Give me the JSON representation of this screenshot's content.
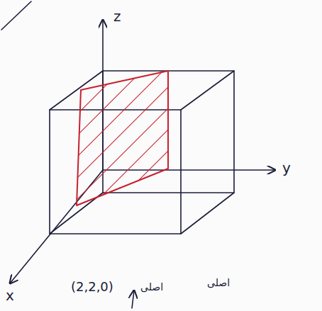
{
  "diagram": {
    "labels": [
      "z",
      "y",
      "x",
      "(2,2,0)",
      "اصلی",
      "اصلی"
    ]
  }
}
